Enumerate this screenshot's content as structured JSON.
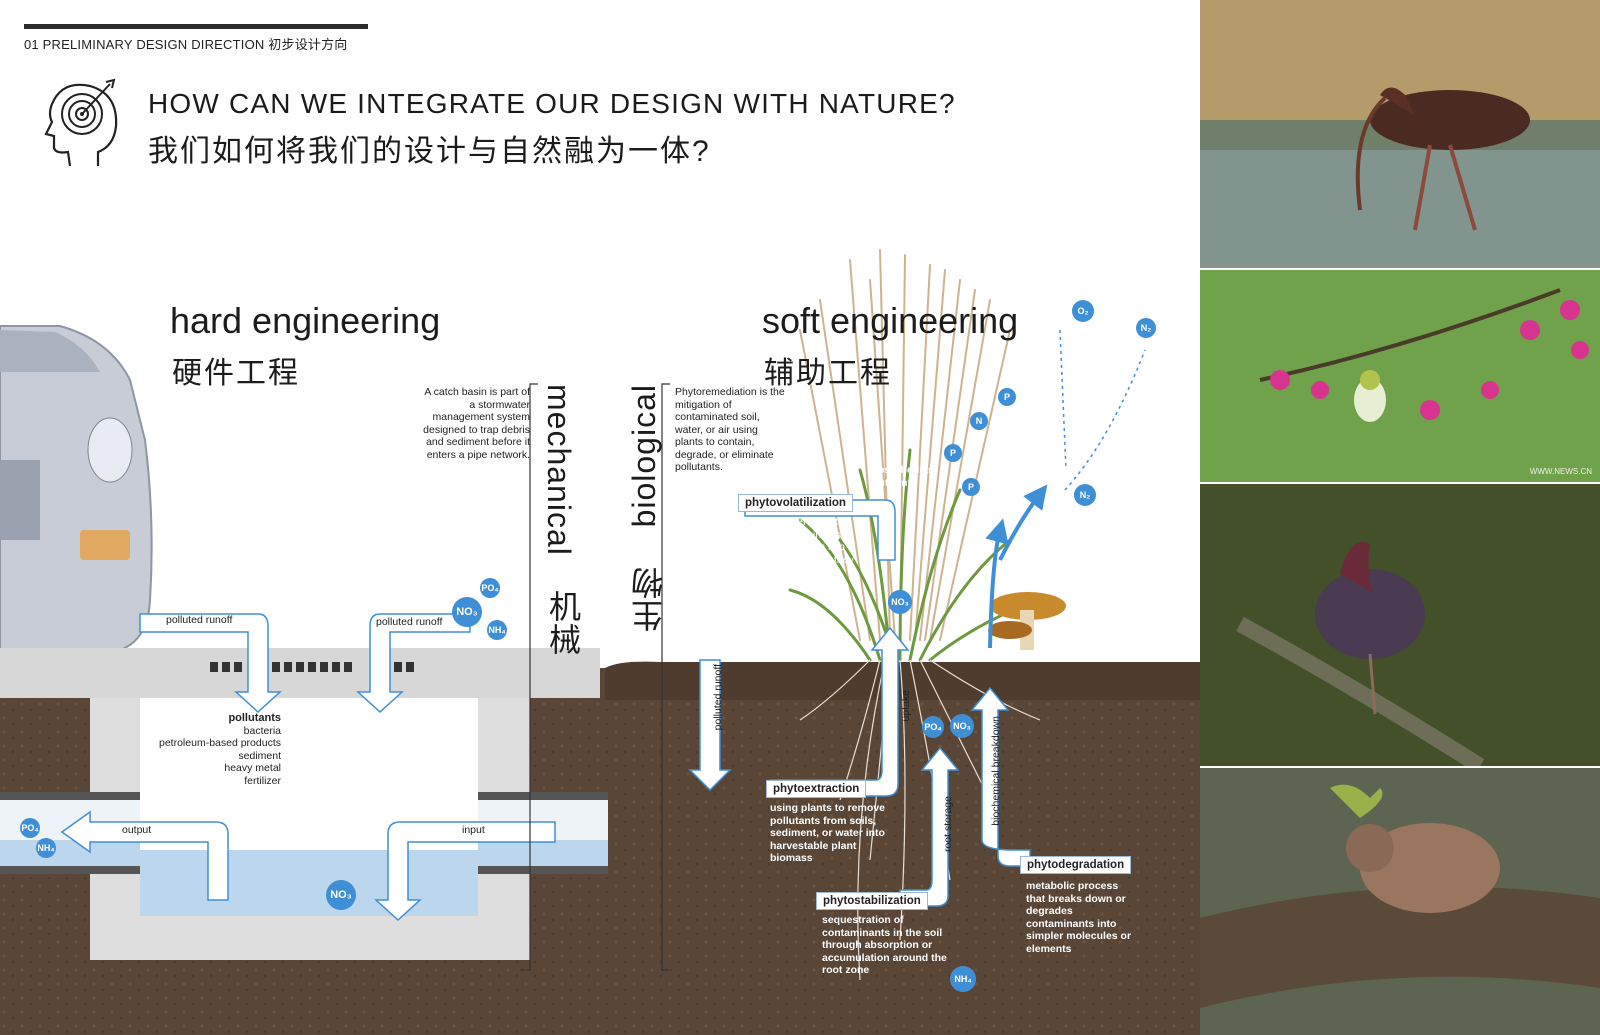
{
  "header": {
    "section": "01 PRELIMINARY DESIGN DIRECTION 初步设计方向",
    "title_en": "HOW CAN WE INTEGRATE OUR DESIGN WITH NATURE?",
    "title_cn": "我们如何将我们的设计与自然融为一体?"
  },
  "hard": {
    "title_en": "hard engineering",
    "title_cn": "硬件工程",
    "vertical_en": "mechanical",
    "vertical_cn": "机械",
    "description": "A catch basin is part of a stormwater management system designed to trap debris and sediment before it enters a pipe network.",
    "runoff_left": "polluted runoff",
    "runoff_right": "polluted runoff",
    "pollutants_title": "pollutants",
    "pollutants": [
      "bacteria",
      "petroleum-based products",
      "sediment",
      "heavy metal",
      "fertilizer"
    ],
    "output": "output",
    "input": "input"
  },
  "soft": {
    "title_en": "soft engineering",
    "title_cn": "辅助工程",
    "vertical_en": "biological",
    "vertical_cn": "生物",
    "description": "Phytoremediation is the mitigation of contaminated soil, water, or air using plants to contain, degrade, or eliminate pollutants.",
    "phytovolatilization": "phytovolatilization",
    "phytovolatilization_desc": "process where plants uptake contaminants and release them into the atmosphere as they transpire",
    "absorbed": "absorbed as nutrients",
    "runoff": "polluted runoff",
    "uptake": "uptake",
    "phytoextraction": "phytoextraction",
    "phytoextraction_desc": "using plants to remove pollutants from soils, sediment, or water into harvestable plant biomass",
    "root_storage": "root storage",
    "biochemical": "biochemical breakdown",
    "phytostabilization": "phytostabilization",
    "phytostabilization_desc": "sequestration of contaminants in the soil through absorption or accumulation around the root zone",
    "phytodegradation": "phytodegradation",
    "phytodegradation_desc": "metabolic process that breaks down or degrades contaminants into simpler molecules or elements"
  },
  "chemicals": {
    "po4": "PO₄",
    "no3": "NO₃",
    "nh4": "NH₄",
    "o2": "O₂",
    "n2": "N₂",
    "p": "P",
    "n": "N"
  },
  "photos": {
    "credit_news": "WWW.NEWS.CN"
  },
  "colors": {
    "accent_blue": "#3f8fd6",
    "water": "#bcd6ee",
    "soil": "#5a4636",
    "concrete": "#d7d7d7"
  },
  "icons": [
    "head-target-icon",
    "car-image",
    "grass-image",
    "mushroom-image",
    "ibis-photo",
    "white-eye-bird-photo",
    "ibis-preening-photo",
    "squirrel-photo"
  ]
}
